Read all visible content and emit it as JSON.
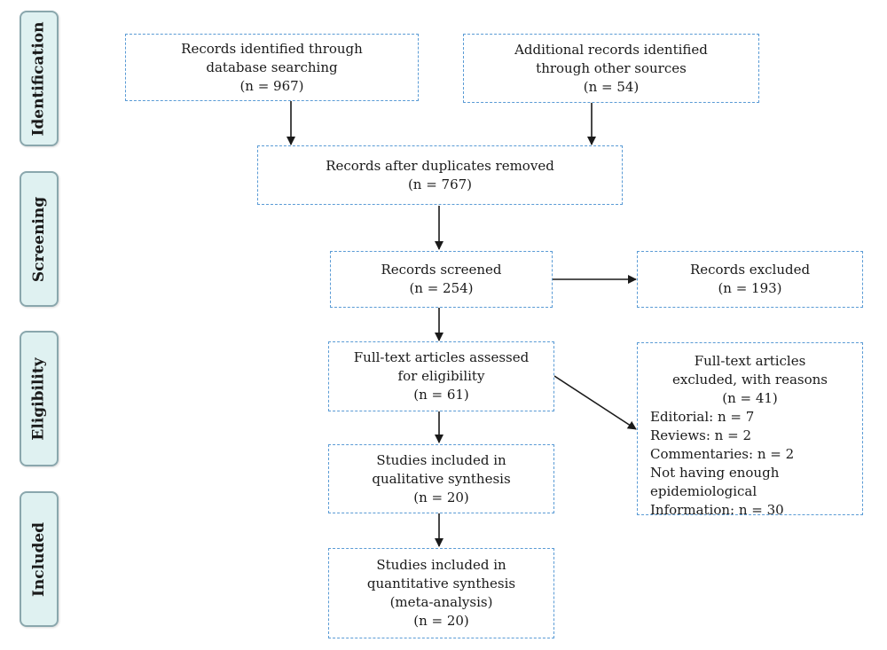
{
  "phases": {
    "identification": "Identification",
    "screening": "Screening",
    "eligibility": "Eligibility",
    "included": "Included"
  },
  "boxes": {
    "database_records": [
      "Records identified through",
      "database searching",
      "(n = 967)"
    ],
    "other_sources": [
      "Additional records identified",
      "through other sources",
      "(n = 54)"
    ],
    "after_duplicates": [
      "Records after duplicates removed",
      "(n = 767)"
    ],
    "screened": [
      "Records screened",
      "(n = 254)"
    ],
    "excluded": [
      "Records excluded",
      "(n = 193)"
    ],
    "fulltext_assessed": [
      "Full-text articles assessed",
      "for eligibility",
      "(n = 61)"
    ],
    "fulltext_excluded": {
      "heading": [
        "Full-text articles",
        "excluded, with reasons",
        "(n = 41)"
      ],
      "reasons": [
        "Editorial: n = 7",
        "Reviews: n = 2",
        "Commentaries: n = 2",
        "Not having enough",
        "epidemiological",
        "Information: n = 30"
      ]
    },
    "qualitative": [
      "Studies included in",
      "qualitative synthesis",
      "(n = 20)"
    ],
    "quantitative": [
      "Studies included in",
      "quantitative synthesis",
      "(meta-analysis)",
      "(n = 20)"
    ]
  },
  "colors": {
    "box_border": "#5a9bd5",
    "phase_fill": "#dff1f1",
    "phase_border": "#8aa7ad",
    "arrow": "#1a1a1a"
  }
}
